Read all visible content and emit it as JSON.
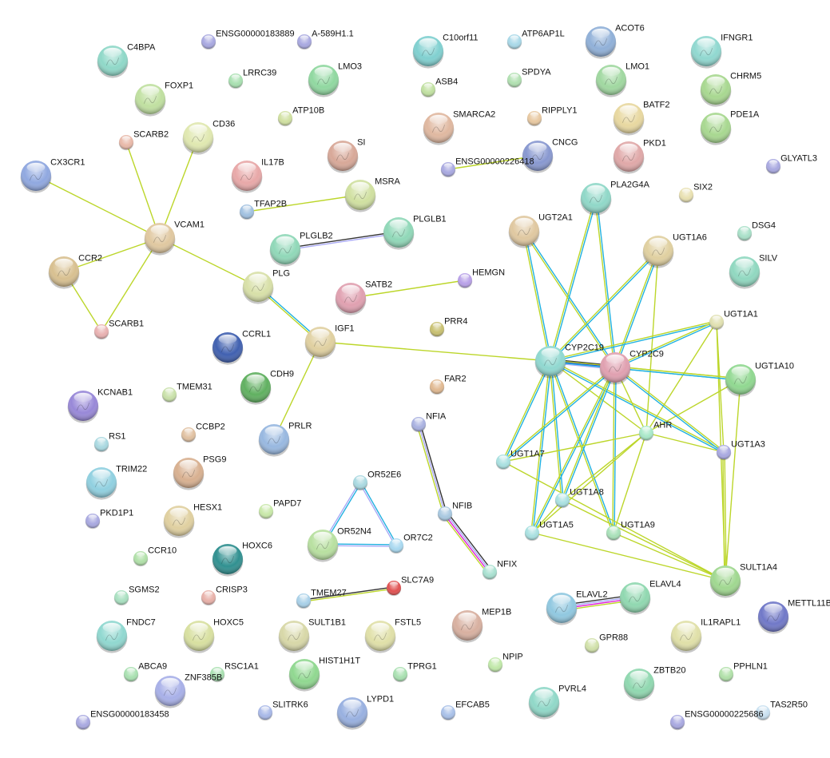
{
  "network": {
    "evidence_colors": {
      "textmining": "#bcd62a",
      "database": "#21b1e0",
      "coexpression": "#333333",
      "homology": "#a9a9f5",
      "experiments": "#e020d8",
      "fusion": "#2233dd"
    },
    "nodes": [
      {
        "id": "C4BPA",
        "color": "#8fd8c8"
      },
      {
        "id": "ENSG00000183889",
        "color": "#a8a8e0"
      },
      {
        "id": "A-589H1.1",
        "color": "#a8a8e0"
      },
      {
        "id": "LRRC39",
        "color": "#a8e0b0"
      },
      {
        "id": "LMO3",
        "color": "#90d8a0"
      },
      {
        "id": "FOXP1",
        "color": "#c0e0a0"
      },
      {
        "id": "ATP10B",
        "color": "#d0e0a0"
      },
      {
        "id": "CD36",
        "color": "#e0e8b0"
      },
      {
        "id": "SCARB2",
        "color": "#e8b8a8"
      },
      {
        "id": "CX3CR1",
        "color": "#90a8e0"
      },
      {
        "id": "IL17B",
        "color": "#e8a8a8"
      },
      {
        "id": "SI",
        "color": "#d8a898"
      },
      {
        "id": "MSRA",
        "color": "#d0e0a0"
      },
      {
        "id": "TFAP2B",
        "color": "#a0c0e0"
      },
      {
        "id": "VCAM1",
        "color": "#e0c8a0"
      },
      {
        "id": "CCR2",
        "color": "#d8c090"
      },
      {
        "id": "PLGLB2",
        "color": "#90d8b8"
      },
      {
        "id": "PLGLB1",
        "color": "#90d8b8"
      },
      {
        "id": "PLG",
        "color": "#d8e0a8"
      },
      {
        "id": "SATB2",
        "color": "#e0a0b0"
      },
      {
        "id": "HEMGN",
        "color": "#b8a0e8"
      },
      {
        "id": "SCARB1",
        "color": "#e8b0b0"
      },
      {
        "id": "IGF1",
        "color": "#e0d0a0"
      },
      {
        "id": "CCRL1",
        "color": "#4060b0"
      },
      {
        "id": "PRR4",
        "color": "#c8c070"
      },
      {
        "id": "CDH9",
        "color": "#60b060"
      },
      {
        "id": "FAR2",
        "color": "#e0b890"
      },
      {
        "id": "KCNAB1",
        "color": "#9888d8"
      },
      {
        "id": "TMEM31",
        "color": "#c8e0a8"
      },
      {
        "id": "PRLR",
        "color": "#98b8e0"
      },
      {
        "id": "NFIA",
        "color": "#a8b0e0"
      },
      {
        "id": "RS1",
        "color": "#a8d8e0"
      },
      {
        "id": "CCBP2",
        "color": "#e0c0a0"
      },
      {
        "id": "TRIM22",
        "color": "#90d0e0"
      },
      {
        "id": "PSG9",
        "color": "#d8b090"
      },
      {
        "id": "OR52E6",
        "color": "#a8d8e0"
      },
      {
        "id": "PAPD7",
        "color": "#c8e8a8"
      },
      {
        "id": "PKD1P1",
        "color": "#a8a8e0"
      },
      {
        "id": "HESX1",
        "color": "#e0d0a0"
      },
      {
        "id": "NFIB",
        "color": "#a8c8e0"
      },
      {
        "id": "OR52N4",
        "color": "#b8e0a0"
      },
      {
        "id": "OR7C2",
        "color": "#a8d8f0"
      },
      {
        "id": "HOXC6",
        "color": "#309090"
      },
      {
        "id": "CCR10",
        "color": "#b0e0a8"
      },
      {
        "id": "NFIX",
        "color": "#a8e0d0"
      },
      {
        "id": "SLC7A9",
        "color": "#e05050"
      },
      {
        "id": "SGMS2",
        "color": "#a8e0c0"
      },
      {
        "id": "CRISP3",
        "color": "#e8b0a8"
      },
      {
        "id": "TMEM27",
        "color": "#a8d0e8"
      },
      {
        "id": "FNDC7",
        "color": "#90d8d0"
      },
      {
        "id": "HOXC5",
        "color": "#d8e0a0"
      },
      {
        "id": "SULT1B1",
        "color": "#d8d8a8"
      },
      {
        "id": "FSTL5",
        "color": "#e0e0a8"
      },
      {
        "id": "MEP1B",
        "color": "#d8b0a0"
      },
      {
        "id": "ABCA9",
        "color": "#a8e0b0"
      },
      {
        "id": "RSC1A1",
        "color": "#a8e0b0"
      },
      {
        "id": "HIST1H1T",
        "color": "#90d890"
      },
      {
        "id": "TPRG1",
        "color": "#a8e0b0"
      },
      {
        "id": "NPIP",
        "color": "#c0e8a8"
      },
      {
        "id": "ZNF385B",
        "color": "#a8b0e8"
      },
      {
        "id": "ENSG00000183458",
        "color": "#a8a8e0"
      },
      {
        "id": "SLITRK6",
        "color": "#a8b8e8"
      },
      {
        "id": "LYPD1",
        "color": "#98b0e0"
      },
      {
        "id": "EFCAB5",
        "color": "#a8c0e8"
      },
      {
        "id": "PVRL4",
        "color": "#90d8c8"
      },
      {
        "id": "ZBTB20",
        "color": "#90d8b0"
      },
      {
        "id": "ENSG00000225686",
        "color": "#a8a8e0"
      },
      {
        "id": "TAS2R50",
        "color": "#c8e0f0"
      },
      {
        "id": "PPHLN1",
        "color": "#b0e0a8"
      },
      {
        "id": "IL1RAPL1",
        "color": "#e0e0a8"
      },
      {
        "id": "GPR88",
        "color": "#d0e0a8"
      },
      {
        "id": "ELAVL2",
        "color": "#90c8e0"
      },
      {
        "id": "ELAVL4",
        "color": "#90d8b0"
      },
      {
        "id": "METTL11B",
        "color": "#7078c8"
      },
      {
        "id": "SULT1A4",
        "color": "#a0d890"
      },
      {
        "id": "UGT1A5",
        "color": "#a8e0e0"
      },
      {
        "id": "UGT1A9",
        "color": "#a8e0b8"
      },
      {
        "id": "UGT1A8",
        "color": "#a8e0e0"
      },
      {
        "id": "UGT1A7",
        "color": "#a8e0e0"
      },
      {
        "id": "AHR",
        "color": "#a8e8c8"
      },
      {
        "id": "UGT1A3",
        "color": "#a8a8e0"
      },
      {
        "id": "UGT1A10",
        "color": "#90d890"
      },
      {
        "id": "UGT1A1",
        "color": "#e0e0b0"
      },
      {
        "id": "CYP2C19",
        "color": "#90d8d0"
      },
      {
        "id": "CYP2C9",
        "color": "#e0a0b0"
      },
      {
        "id": "UGT1A6",
        "color": "#e0d0a0"
      },
      {
        "id": "SILV",
        "color": "#90d8c0"
      },
      {
        "id": "DSG4",
        "color": "#a8e0c8"
      },
      {
        "id": "UGT2A1",
        "color": "#e0c8a0"
      },
      {
        "id": "PLA2G4A",
        "color": "#90d8c8"
      },
      {
        "id": "SIX2",
        "color": "#e8e0b0"
      },
      {
        "id": "GLYATL3",
        "color": "#a8a8e0"
      },
      {
        "id": "SMARCA2",
        "color": "#e0b8a0"
      },
      {
        "id": "RIPPLY1",
        "color": "#e8c8a0"
      },
      {
        "id": "CNCG",
        "color": "#8898d0"
      },
      {
        "id": "ENSG00000226418",
        "color": "#a8a8e0"
      },
      {
        "id": "PKD1",
        "color": "#e0a8a8"
      },
      {
        "id": "BATF2",
        "color": "#e8d8a0"
      },
      {
        "id": "LMO1",
        "color": "#a0d8a0"
      },
      {
        "id": "ACOT6",
        "color": "#90b0d8"
      },
      {
        "id": "IFNGR1",
        "color": "#90d8d0"
      },
      {
        "id": "CHRM5",
        "color": "#a8d890"
      },
      {
        "id": "PDE1A",
        "color": "#a8d890"
      },
      {
        "id": "C10orf11",
        "color": "#80d0d0"
      },
      {
        "id": "ATP6AP1L",
        "color": "#a8d8e8"
      },
      {
        "id": "ASB4",
        "color": "#c0e0a0"
      },
      {
        "id": "SPDYA",
        "color": "#b0e0b0"
      }
    ],
    "edges": [
      [
        "VCAM1",
        "CX3CR1",
        [
          "textmining"
        ]
      ],
      [
        "VCAM1",
        "SCARB2",
        [
          "textmining"
        ]
      ],
      [
        "VCAM1",
        "CD36",
        [
          "textmining"
        ]
      ],
      [
        "VCAM1",
        "CCR2",
        [
          "textmining"
        ]
      ],
      [
        "VCAM1",
        "SCARB1",
        [
          "textmining"
        ]
      ],
      [
        "VCAM1",
        "PLG",
        [
          "textmining"
        ]
      ],
      [
        "CCR2",
        "SCARB1",
        [
          "textmining"
        ]
      ],
      [
        "TFAP2B",
        "MSRA",
        [
          "textmining"
        ]
      ],
      [
        "PLGLB2",
        "PLGLB1",
        [
          "coexpression",
          "homology"
        ]
      ],
      [
        "PLG",
        "IGF1",
        [
          "database",
          "textmining"
        ]
      ],
      [
        "SATB2",
        "HEMGN",
        [
          "textmining"
        ]
      ],
      [
        "ENSG00000226418",
        "CNCG",
        [
          "textmining"
        ]
      ],
      [
        "IGF1",
        "CYP2C19",
        [
          "textmining"
        ]
      ],
      [
        "IGF1",
        "PRLR",
        [
          "textmining"
        ]
      ],
      [
        "OR52E6",
        "OR52N4",
        [
          "database",
          "homology"
        ]
      ],
      [
        "OR52E6",
        "OR7C2",
        [
          "database",
          "homology"
        ]
      ],
      [
        "OR52N4",
        "OR7C2",
        [
          "database",
          "homology"
        ]
      ],
      [
        "NFIA",
        "NFIB",
        [
          "coexpression",
          "homology",
          "textmining"
        ]
      ],
      [
        "NFIB",
        "NFIX",
        [
          "coexpression",
          "homology",
          "experiments",
          "textmining"
        ]
      ],
      [
        "TMEM27",
        "SLC7A9",
        [
          "coexpression",
          "textmining"
        ]
      ],
      [
        "ELAVL2",
        "ELAVL4",
        [
          "coexpression",
          "homology",
          "experiments",
          "textmining"
        ]
      ],
      [
        "CYP2C19",
        "CYP2C9",
        [
          "coexpression",
          "fusion",
          "homology"
        ]
      ],
      [
        "UGT2A1",
        "CYP2C19",
        [
          "database",
          "textmining"
        ]
      ],
      [
        "UGT2A1",
        "CYP2C9",
        [
          "database",
          "textmining"
        ]
      ],
      [
        "PLA2G4A",
        "CYP2C19",
        [
          "database",
          "textmining"
        ]
      ],
      [
        "PLA2G4A",
        "CYP2C9",
        [
          "database",
          "textmining"
        ]
      ],
      [
        "UGT1A6",
        "CYP2C19",
        [
          "database",
          "textmining"
        ]
      ],
      [
        "UGT1A6",
        "CYP2C9",
        [
          "database",
          "textmining"
        ]
      ],
      [
        "UGT1A6",
        "AHR",
        [
          "textmining"
        ]
      ],
      [
        "UGT1A1",
        "CYP2C19",
        [
          "database",
          "textmining"
        ]
      ],
      [
        "UGT1A1",
        "CYP2C9",
        [
          "database",
          "textmining"
        ]
      ],
      [
        "UGT1A1",
        "AHR",
        [
          "textmining"
        ]
      ],
      [
        "UGT1A1",
        "UGT1A3",
        [
          "textmining"
        ]
      ],
      [
        "UGT1A1",
        "SULT1A4",
        [
          "textmining"
        ]
      ],
      [
        "UGT1A10",
        "CYP2C19",
        [
          "database",
          "textmining"
        ]
      ],
      [
        "UGT1A10",
        "CYP2C9",
        [
          "database",
          "textmining"
        ]
      ],
      [
        "UGT1A10",
        "AHR",
        [
          "textmining"
        ]
      ],
      [
        "UGT1A10",
        "SULT1A4",
        [
          "textmining"
        ]
      ],
      [
        "UGT1A3",
        "CYP2C19",
        [
          "database",
          "textmining"
        ]
      ],
      [
        "UGT1A3",
        "CYP2C9",
        [
          "database",
          "textmining"
        ]
      ],
      [
        "UGT1A3",
        "AHR",
        [
          "textmining"
        ]
      ],
      [
        "UGT1A3",
        "SULT1A4",
        [
          "textmining",
          "textmining"
        ]
      ],
      [
        "CYP2C19",
        "UGT1A7",
        [
          "database",
          "textmining"
        ]
      ],
      [
        "CYP2C19",
        "UGT1A5",
        [
          "database",
          "textmining"
        ]
      ],
      [
        "CYP2C19",
        "UGT1A8",
        [
          "database",
          "textmining"
        ]
      ],
      [
        "CYP2C19",
        "UGT1A9",
        [
          "database",
          "textmining"
        ]
      ],
      [
        "CYP2C19",
        "AHR",
        [
          "textmining"
        ]
      ],
      [
        "CYP2C9",
        "UGT1A7",
        [
          "database",
          "textmining"
        ]
      ],
      [
        "CYP2C9",
        "UGT1A5",
        [
          "database",
          "textmining"
        ]
      ],
      [
        "CYP2C9",
        "UGT1A8",
        [
          "database",
          "textmining"
        ]
      ],
      [
        "CYP2C9",
        "UGT1A9",
        [
          "database",
          "textmining"
        ]
      ],
      [
        "CYP2C9",
        "AHR",
        [
          "textmining"
        ]
      ],
      [
        "AHR",
        "UGT1A7",
        [
          "textmining"
        ]
      ],
      [
        "AHR",
        "UGT1A8",
        [
          "textmining"
        ]
      ],
      [
        "AHR",
        "UGT1A5",
        [
          "textmining"
        ]
      ],
      [
        "AHR",
        "UGT1A9",
        [
          "textmining"
        ]
      ],
      [
        "UGT1A7",
        "SULT1A4",
        [
          "textmining"
        ]
      ],
      [
        "UGT1A8",
        "SULT1A4",
        [
          "textmining"
        ]
      ],
      [
        "UGT1A5",
        "SULT1A4",
        [
          "textmining"
        ]
      ],
      [
        "UGT1A9",
        "SULT1A4",
        [
          "textmining"
        ]
      ],
      [
        "UGT1A8",
        "UGT1A5",
        [
          "textmining"
        ]
      ]
    ]
  }
}
